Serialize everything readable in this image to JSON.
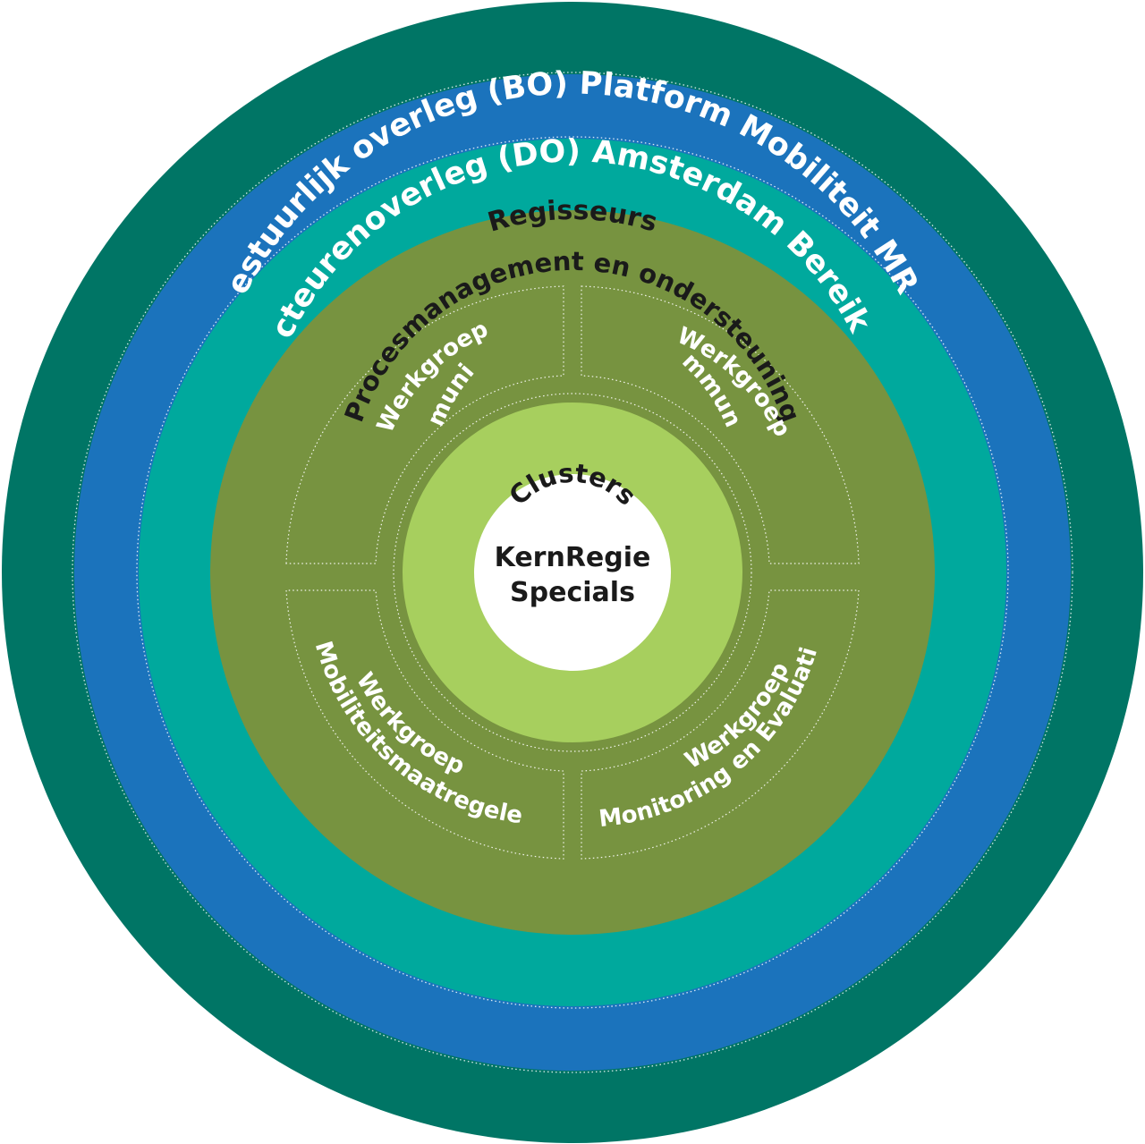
{
  "rings": {
    "bo": {
      "label": "Bestuurlijk overleg (BO) Platform Mobiliteit MRA",
      "color": "#007565",
      "text_color": "#ffffff"
    },
    "do": {
      "label": "Directeurenoverleg (DO) Amsterdam Bereikbaar",
      "color": "#1b73bc",
      "text_color": "#ffffff"
    },
    "regisseurs": {
      "label": "Regisseurs",
      "color": "#00a99d",
      "text_color": "#1a1a1a"
    },
    "procesmanagement": {
      "label": "Procesmanagement en ondersteuning",
      "color": "#779340",
      "text_color": "#1a1a1a"
    },
    "clusters": {
      "label": "Clusters",
      "color": "#a7cf5e",
      "text_color": "#1a1a1a"
    }
  },
  "werkgroepen": {
    "communicatie": {
      "line1": "Werkgroep",
      "line2": "Communicatie"
    },
    "community": {
      "line1": "Werkgroep",
      "line2": "Community"
    },
    "mobiliteit": {
      "line1": "Werkgroep",
      "line2": "Mobiliteitsmaatregelen"
    },
    "monitoring": {
      "line1": "Werkgroep",
      "line2": "Monitoring en Evaluatie"
    }
  },
  "core": {
    "line1": "KernRegie",
    "line2": "Specials",
    "color": "#ffffff"
  }
}
